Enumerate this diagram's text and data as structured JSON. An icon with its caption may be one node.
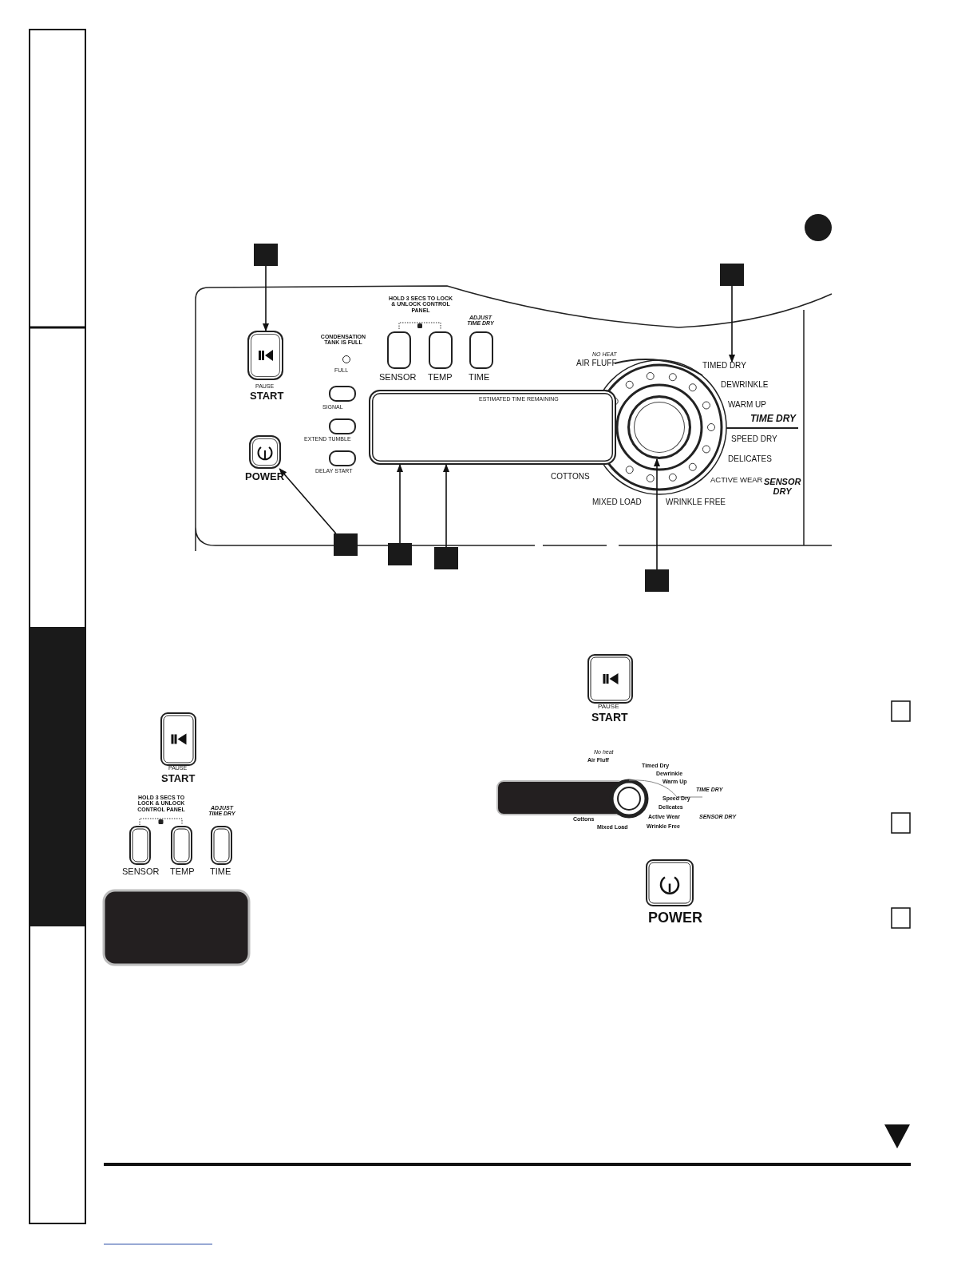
{
  "diagram": {
    "nodes": [
      {
        "text": [],
        "shape": "box"
      },
      {
        "text": [],
        "shape": "box"
      },
      {
        "text": [
          "PAUSE",
          "START"
        ]
      },
      {
        "text": [
          "CONDENSATION TANK IS FULL",
          "FULL"
        ]
      },
      {
        "text": [
          "SENSOR"
        ]
      },
      {
        "text": [
          "TEMP"
        ]
      },
      {
        "text": [
          "ADJUST TIME DRY",
          "TIME"
        ]
      },
      {
        "text": [
          "SIGNAL"
        ]
      },
      {
        "text": [
          "TIMED DRY"
        ]
      },
      {
        "text": [
          "EXTEND TUMBLE"
        ]
      },
      {
        "text": [
          "DELAY START"
        ]
      },
      {
        "text": [
          "POWER"
        ]
      },
      {
        "text": [
          "ESTIMATED TIME REMAINING"
        ]
      },
      {
        "text": [],
        "shape": "circle"
      },
      {
        "text": [],
        "shape": "box"
      },
      {
        "text": [],
        "shape": "box"
      },
      {
        "text": [],
        "shape": "box"
      },
      {
        "text": [],
        "shape": "box"
      }
    ],
    "edges": [
      {
        "from": 0,
        "to": 2,
        "arrow": "to"
      },
      {
        "from": 1,
        "to": 8,
        "arrow": "to"
      },
      {
        "from": 14,
        "to": 11,
        "arrow": "to"
      },
      {
        "from": 15,
        "to": 12,
        "arrow": "to"
      },
      {
        "from": 16,
        "to": 12,
        "arrow": "to"
      },
      {
        "from": 17,
        "to": 13,
        "arrow": "to"
      }
    ],
    "labels": [
      "HOLD 3 SECS TO LOCK & UNLOCK CONTROL PANEL",
      "NO HEAT",
      "AIR FLUFF",
      "DEWRINKLE",
      "WARM UP",
      "TIME DRY",
      "SPEED DRY",
      "DELICATES",
      "COTTONS",
      "ACTIVE WEAR",
      "SENSOR DRY",
      "MIXED LOAD",
      "WRINKLE FREE",
      "PAUSE",
      "START",
      "HOLD 3 SECS TO LOCK & UNLOCK CONTROL PANEL",
      "ADJUST TIME DRY",
      "SENSOR",
      "TEMP",
      "TIME",
      "PAUSE",
      "START",
      "No heat",
      "Air Fluff",
      "Timed Dry",
      "Dewrinkle",
      "Warm Up",
      "TIME DRY",
      "Speed Dry",
      "Delicates",
      "Cottons",
      "Active Wear",
      "SENSOR DRY",
      "Mixed Load",
      "Wrinkle Free",
      "POWER"
    ]
  }
}
